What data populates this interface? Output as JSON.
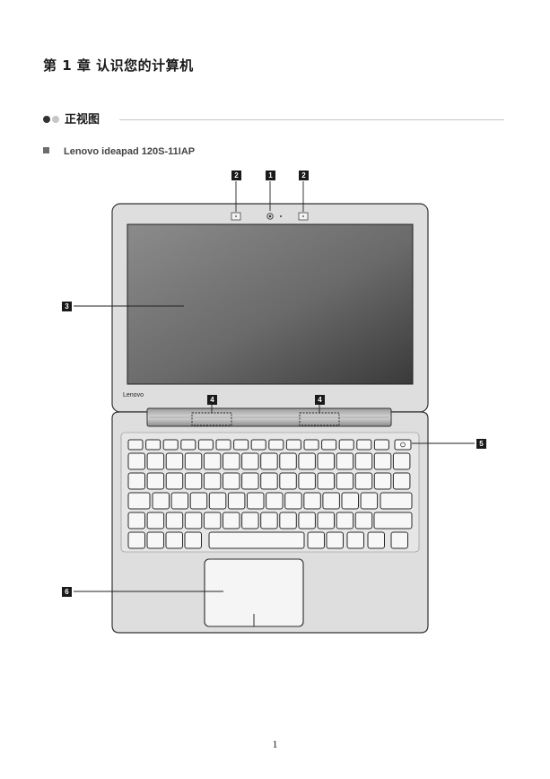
{
  "chapter_title": "第 1 章  认识您的计算机",
  "section": {
    "title": "正视图"
  },
  "model": "Lenovo ideapad 120S-11IAP",
  "figure": {
    "brand": "Lenovo",
    "callouts": {
      "webcam": "1",
      "mic_left": "2",
      "mic_right": "2",
      "screen": "3",
      "antenna_left": "4",
      "antenna_right": "4",
      "power_button": "5",
      "touchpad": "6"
    }
  },
  "page_number": "1"
}
